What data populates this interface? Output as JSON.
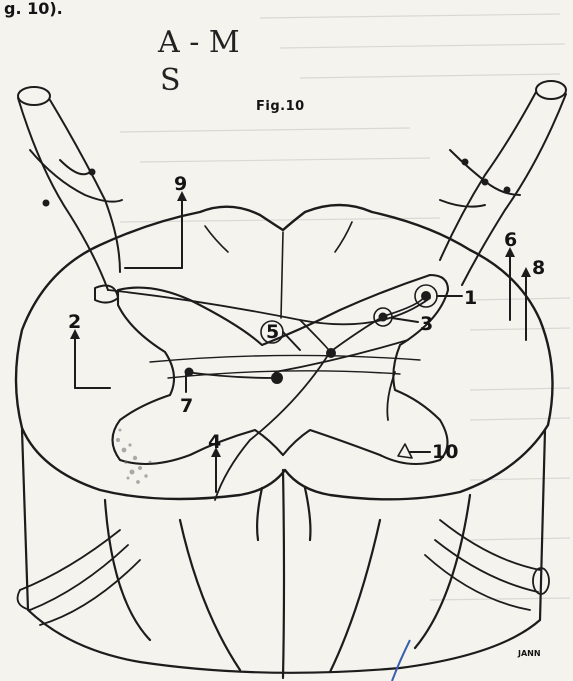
{
  "header_fragment": "g. 10).",
  "handwritten_note": {
    "line1": "A - M",
    "line2": "S"
  },
  "figure": {
    "caption": "Fig.10",
    "signature": "JANN"
  },
  "labels": {
    "l1": "1",
    "l2": "2",
    "l3": "3",
    "l4": "4",
    "l5": "5",
    "l6": "6",
    "l7": "7",
    "l8": "8",
    "l9": "9",
    "l10": "10"
  },
  "colors": {
    "ink": "#1c1c1c",
    "paper": "#f4f3ee",
    "bleed_text": "#8f8f8a",
    "pen_blue": "#3a5fb0"
  }
}
